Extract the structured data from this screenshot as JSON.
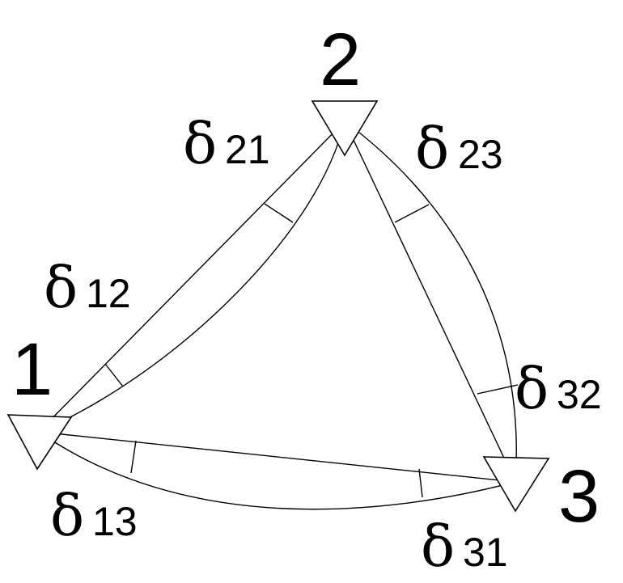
{
  "stations": [
    {
      "id": "1",
      "label": "1"
    },
    {
      "id": "2",
      "label": "2"
    },
    {
      "id": "3",
      "label": "3"
    }
  ],
  "angles": [
    {
      "id": "d21",
      "symbol": "δ",
      "subscript": "21"
    },
    {
      "id": "d23",
      "symbol": "δ",
      "subscript": "23"
    },
    {
      "id": "d12",
      "symbol": "δ",
      "subscript": "12"
    },
    {
      "id": "d32",
      "symbol": "δ",
      "subscript": "32"
    },
    {
      "id": "d13",
      "symbol": "δ",
      "subscript": "13"
    },
    {
      "id": "d31",
      "symbol": "δ",
      "subscript": "31"
    }
  ]
}
